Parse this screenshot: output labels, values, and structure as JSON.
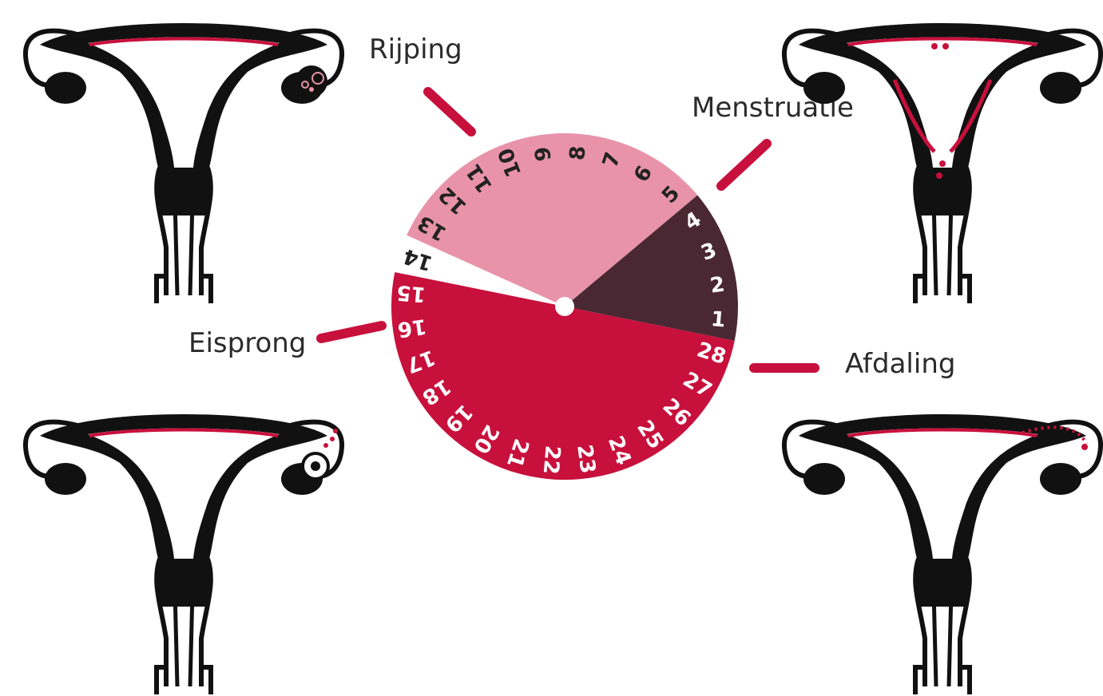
{
  "phases": {
    "rijping": {
      "label": "Rijping",
      "color": "#e893a9"
    },
    "menstruatie": {
      "label": "Menstruatie",
      "color": "#4a2833"
    },
    "eisprong": {
      "label": "Eisprong",
      "color": "#ffffff"
    },
    "afdaling": {
      "label": "Afdaling",
      "color": "#c8103c"
    }
  },
  "cycle": {
    "total_days": 28,
    "days": [
      {
        "label": "1",
        "phase": "menstruatie"
      },
      {
        "label": "2",
        "phase": "menstruatie"
      },
      {
        "label": "3",
        "phase": "menstruatie"
      },
      {
        "label": "4",
        "phase": "menstruatie"
      },
      {
        "label": "5",
        "phase": "rijping"
      },
      {
        "label": "6",
        "phase": "rijping"
      },
      {
        "label": "7",
        "phase": "rijping"
      },
      {
        "label": "8",
        "phase": "rijping"
      },
      {
        "label": "9",
        "phase": "rijping"
      },
      {
        "label": "10",
        "phase": "rijping"
      },
      {
        "label": "11",
        "phase": "rijping"
      },
      {
        "label": "12",
        "phase": "rijping"
      },
      {
        "label": "13",
        "phase": "rijping"
      },
      {
        "label": "14",
        "phase": "eisprong"
      },
      {
        "label": "15",
        "phase": "afdaling"
      },
      {
        "label": "16",
        "phase": "afdaling"
      },
      {
        "label": "17",
        "phase": "afdaling"
      },
      {
        "label": "18",
        "phase": "afdaling"
      },
      {
        "label": "19",
        "phase": "afdaling"
      },
      {
        "label": "20",
        "phase": "afdaling"
      },
      {
        "label": "21",
        "phase": "afdaling"
      },
      {
        "label": "22",
        "phase": "afdaling"
      },
      {
        "label": "23",
        "phase": "afdaling"
      },
      {
        "label": "24",
        "phase": "afdaling"
      },
      {
        "label": "25",
        "phase": "afdaling"
      },
      {
        "label": "26",
        "phase": "afdaling"
      },
      {
        "label": "27",
        "phase": "afdaling"
      },
      {
        "label": "28",
        "phase": "afdaling"
      }
    ]
  },
  "colors": {
    "accent_red": "#c8103c",
    "organ_black": "#111111",
    "text_dark": "#2b2b2b"
  }
}
